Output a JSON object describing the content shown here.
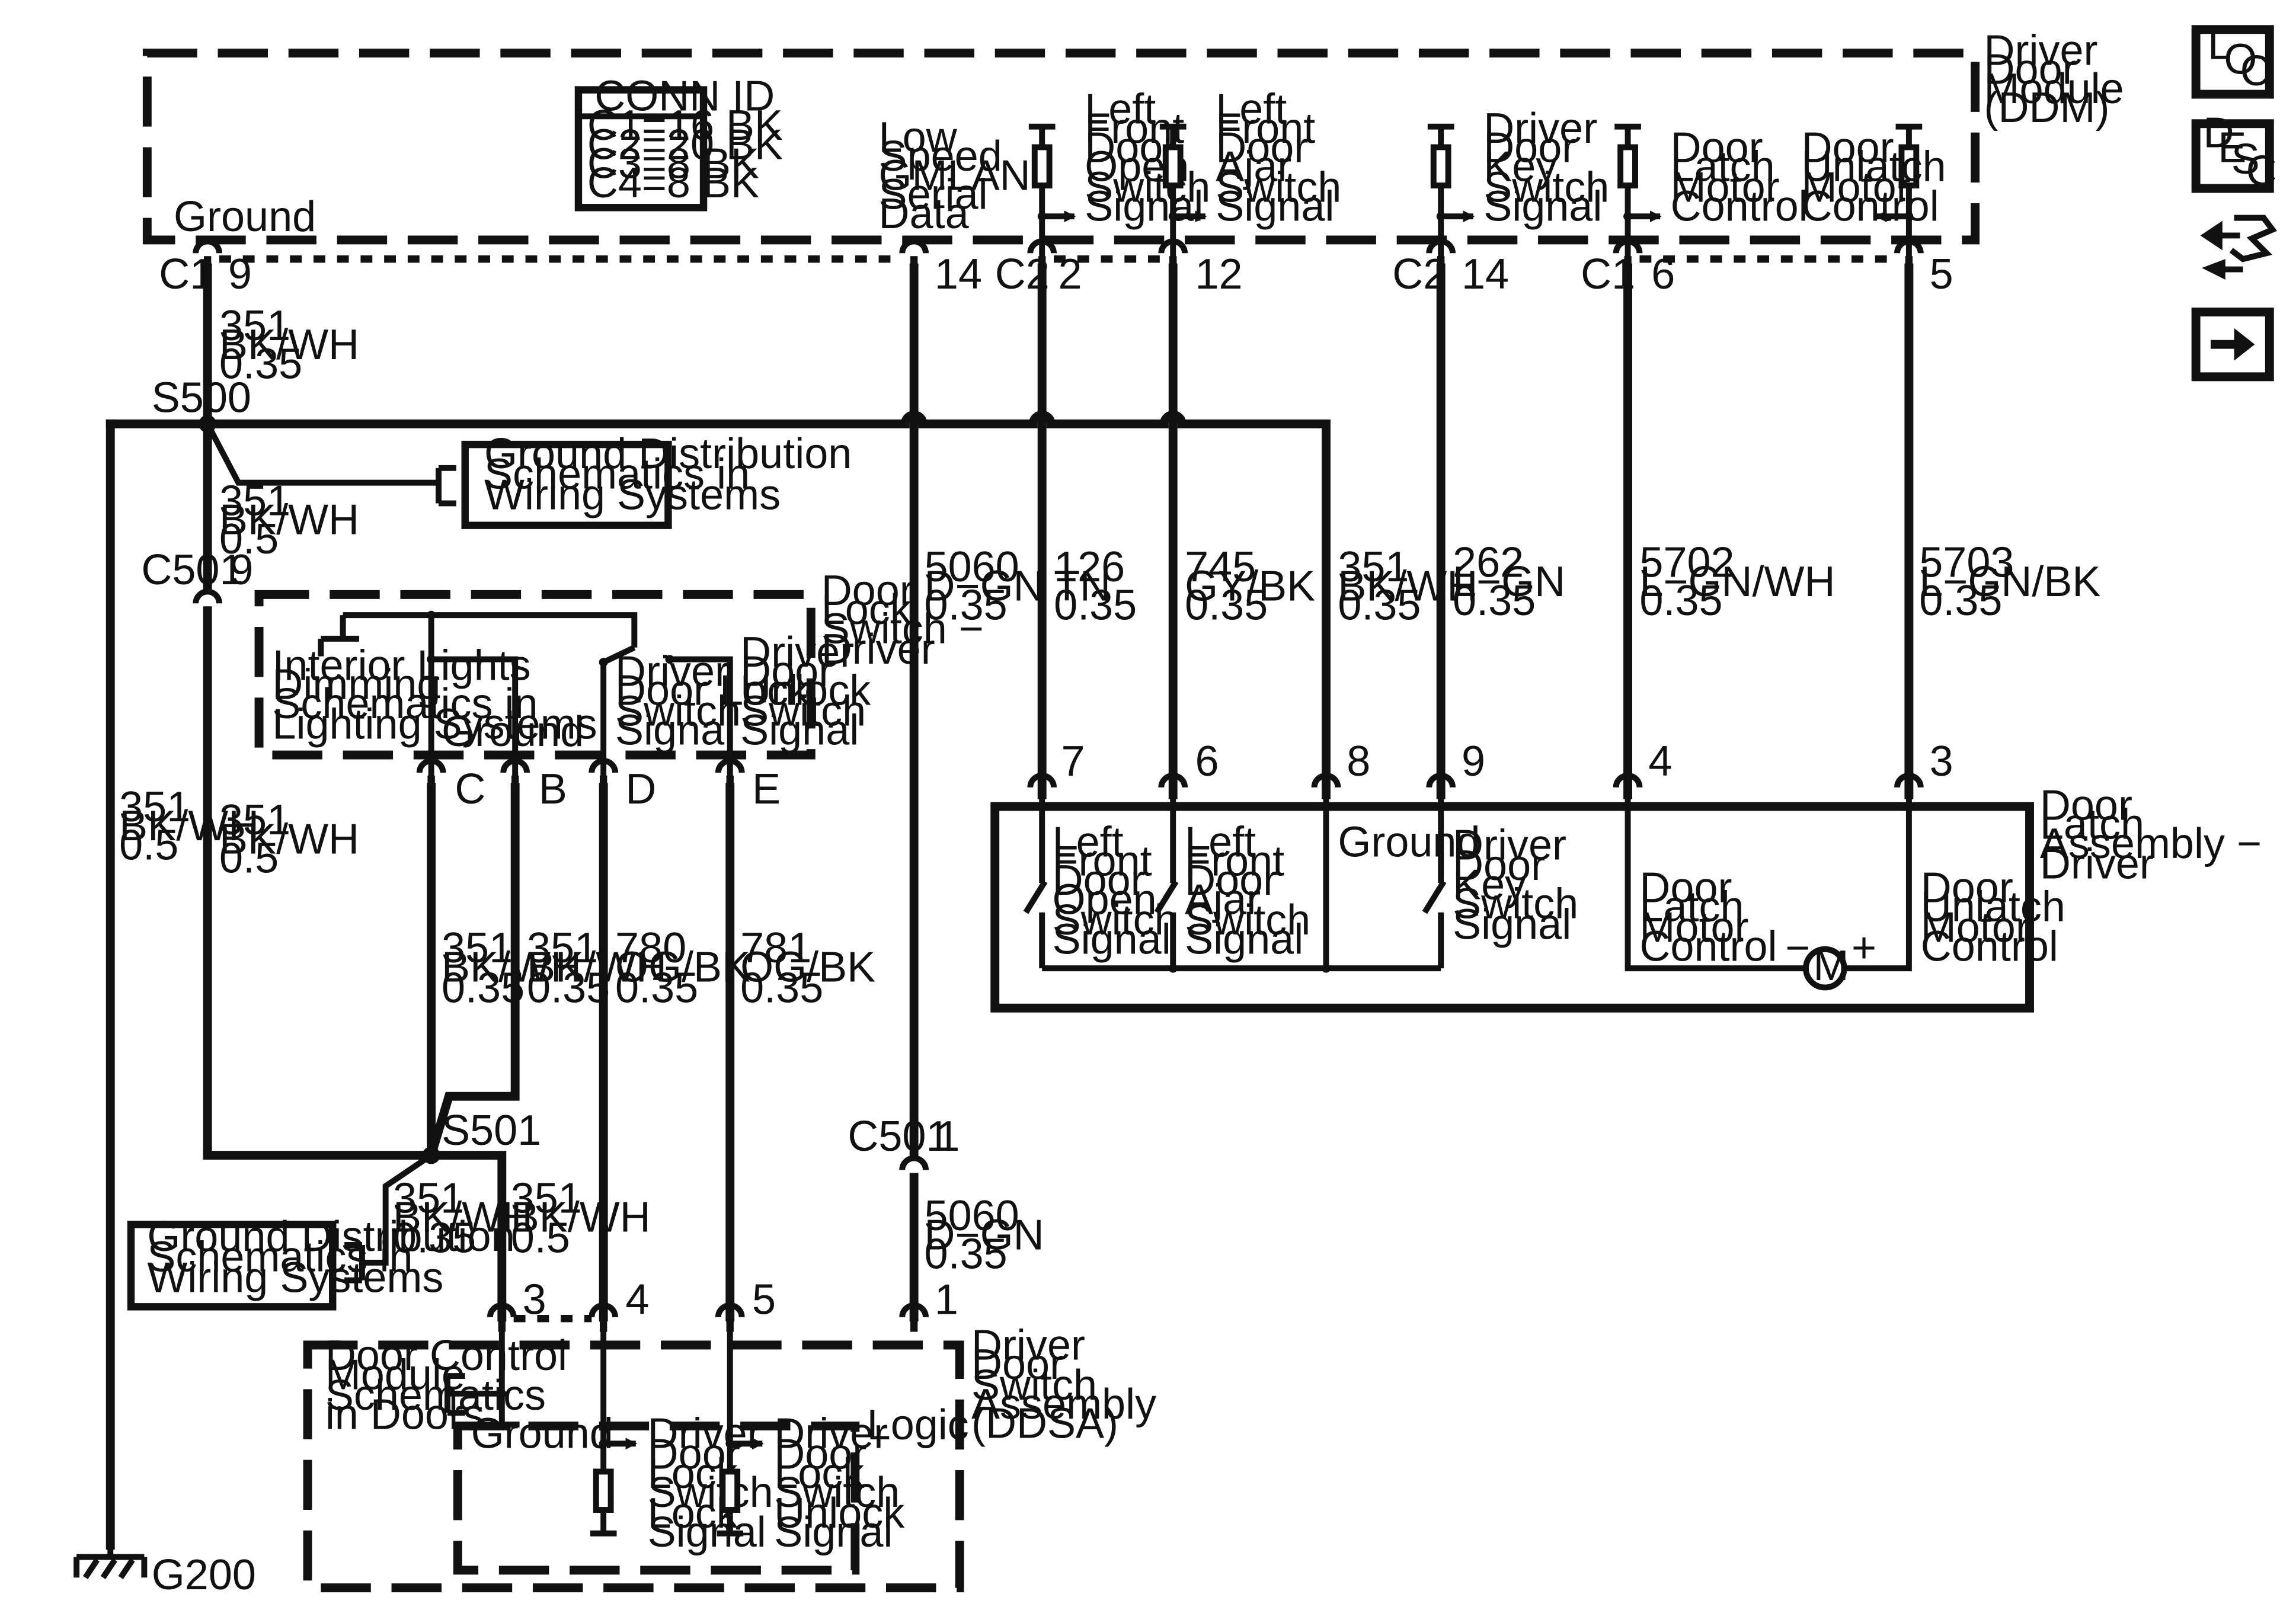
{
  "icons": [
    "loc-icon",
    "desc-icon",
    "connector-repair-icon",
    "next-arrow-icon"
  ],
  "icon_text": {
    "loc": [
      "L",
      "O",
      "C"
    ],
    "desc": [
      "D",
      "E",
      "S",
      "C"
    ]
  },
  "conn_id": {
    "title": "CONN ID",
    "lines": [
      "C1=16 BK",
      "C2=20 BK",
      "C3=8 BK",
      "C4=8 BK"
    ]
  },
  "ddm": {
    "title": [
      "Driver",
      "Door",
      "Module",
      "(DDM)"
    ],
    "ground": "Ground",
    "gmlan": [
      "Low",
      "Speed",
      "GMLAN",
      "Serial",
      "Data"
    ],
    "signals": {
      "open": [
        "Left",
        "Front",
        "Door",
        "Open",
        "Switch",
        "Signal"
      ],
      "ajar": [
        "Left",
        "Front",
        "Door",
        "Ajar",
        "Switch",
        "Signal"
      ],
      "key": [
        "Driver",
        "Door",
        "Key",
        "Switch",
        "Signal"
      ],
      "latch": [
        "Door",
        "Latch",
        "Motor",
        "Control"
      ],
      "unlatch": [
        "Door",
        "Unlatch",
        "Motor",
        "Control"
      ]
    }
  },
  "connectors": {
    "c1": "C1",
    "c2a": "C2",
    "c2b": "C2",
    "c1b": "C1",
    "pin_c1_9": "9",
    "pin_14": "14",
    "pin_2": "2",
    "pin_12": "12",
    "pin_c2_14": "14",
    "pin_6": "6",
    "pin_5": "5",
    "c501": "C501",
    "c501_pin9": "9",
    "c501b": "C501",
    "c501b_pin1": "1"
  },
  "splices": {
    "s500": "S500",
    "s501": "S501"
  },
  "ground_dist": [
    "Ground Distribution",
    "Schematics in",
    "Wiring Systems"
  ],
  "wires": {
    "w351_top": [
      "351",
      "BK/WH",
      "0.35"
    ],
    "w351_s500": [
      "351",
      "BK/WH",
      "0.5"
    ],
    "w351_left": [
      "351",
      "BK/WH",
      "0.5"
    ],
    "w351_c501": [
      "351",
      "BK/WH",
      "0.5"
    ],
    "w5060": [
      "5060",
      "D−GN",
      "0.35"
    ],
    "w126": [
      "126",
      "TN",
      "0.35"
    ],
    "w745": [
      "745",
      "GY/BK",
      "0.35"
    ],
    "w351_latch": [
      "351",
      "BK/WH",
      "0.35"
    ],
    "w262": [
      "262",
      "L−GN",
      "0.35"
    ],
    "w5702": [
      "5702",
      "L−GN/WH",
      "0.35"
    ],
    "w5703": [
      "5703",
      "L−GN/BK",
      "0.35"
    ],
    "w351_c": [
      "351",
      "BK/WH",
      "0.35"
    ],
    "w351_b": [
      "351",
      "BK/WH",
      "0.35"
    ],
    "w780": [
      "780",
      "OG/BK",
      "0.35"
    ],
    "w781": [
      "781",
      "OG/BK",
      "0.35"
    ],
    "w351_gd": [
      "351",
      "BK/WH",
      "0.35"
    ],
    "w351_3": [
      "351",
      "BK/WH",
      "0.5"
    ],
    "w5060b": [
      "5060",
      "D−GN",
      "0.35"
    ]
  },
  "lock_switch": {
    "title": [
      "Door",
      "Lock",
      "Switch −",
      "Driver"
    ],
    "interior": [
      "Interior Lights",
      "Dimming",
      "Schematics in",
      "Lighting Systems"
    ],
    "ground": "Ground",
    "lock": [
      "Driver",
      "Door Lock",
      "Switch",
      "Signal"
    ],
    "unlock": [
      "Driver",
      "Door",
      "Unlock",
      "Switch",
      "Signal"
    ],
    "pins": [
      "C",
      "B",
      "D",
      "E"
    ]
  },
  "latch": {
    "title": [
      "Door",
      "Latch",
      "Assembly −",
      "Driver"
    ],
    "pins": [
      "7",
      "6",
      "8",
      "9",
      "4",
      "3"
    ],
    "open": [
      "Left",
      "Front",
      "Door",
      "Open",
      "Switch",
      "Signal"
    ],
    "ajar": [
      "Left",
      "Front",
      "Door",
      "Ajar",
      "Switch",
      "Signal"
    ],
    "ground": "Ground",
    "key": [
      "Driver",
      "Door",
      "Key",
      "Switch",
      "Signal"
    ],
    "latch_ctl": [
      "Door",
      "Latch",
      "Motor",
      "Control"
    ],
    "unlatch_ctl": [
      "Door",
      "Unlatch",
      "Motor",
      "Control"
    ],
    "motor": "M",
    "minus": "−",
    "plus": "+"
  },
  "ddsa": {
    "title": [
      "Driver",
      "Door",
      "Switch",
      "Assembly",
      "(DDSA)"
    ],
    "pins": [
      "3",
      "4",
      "5",
      "1"
    ],
    "dcm": [
      "Door Control",
      "Module",
      "Schematics",
      "in Doors"
    ],
    "logic": "Logic",
    "ground": "Ground",
    "lock": [
      "Driver",
      "Door",
      "Lock",
      "Switch",
      "Lock",
      "Signal"
    ],
    "unlock": [
      "Driver",
      "Door",
      "Lock",
      "Switch",
      "Unlock",
      "Signal"
    ]
  },
  "ground_label": "G200"
}
